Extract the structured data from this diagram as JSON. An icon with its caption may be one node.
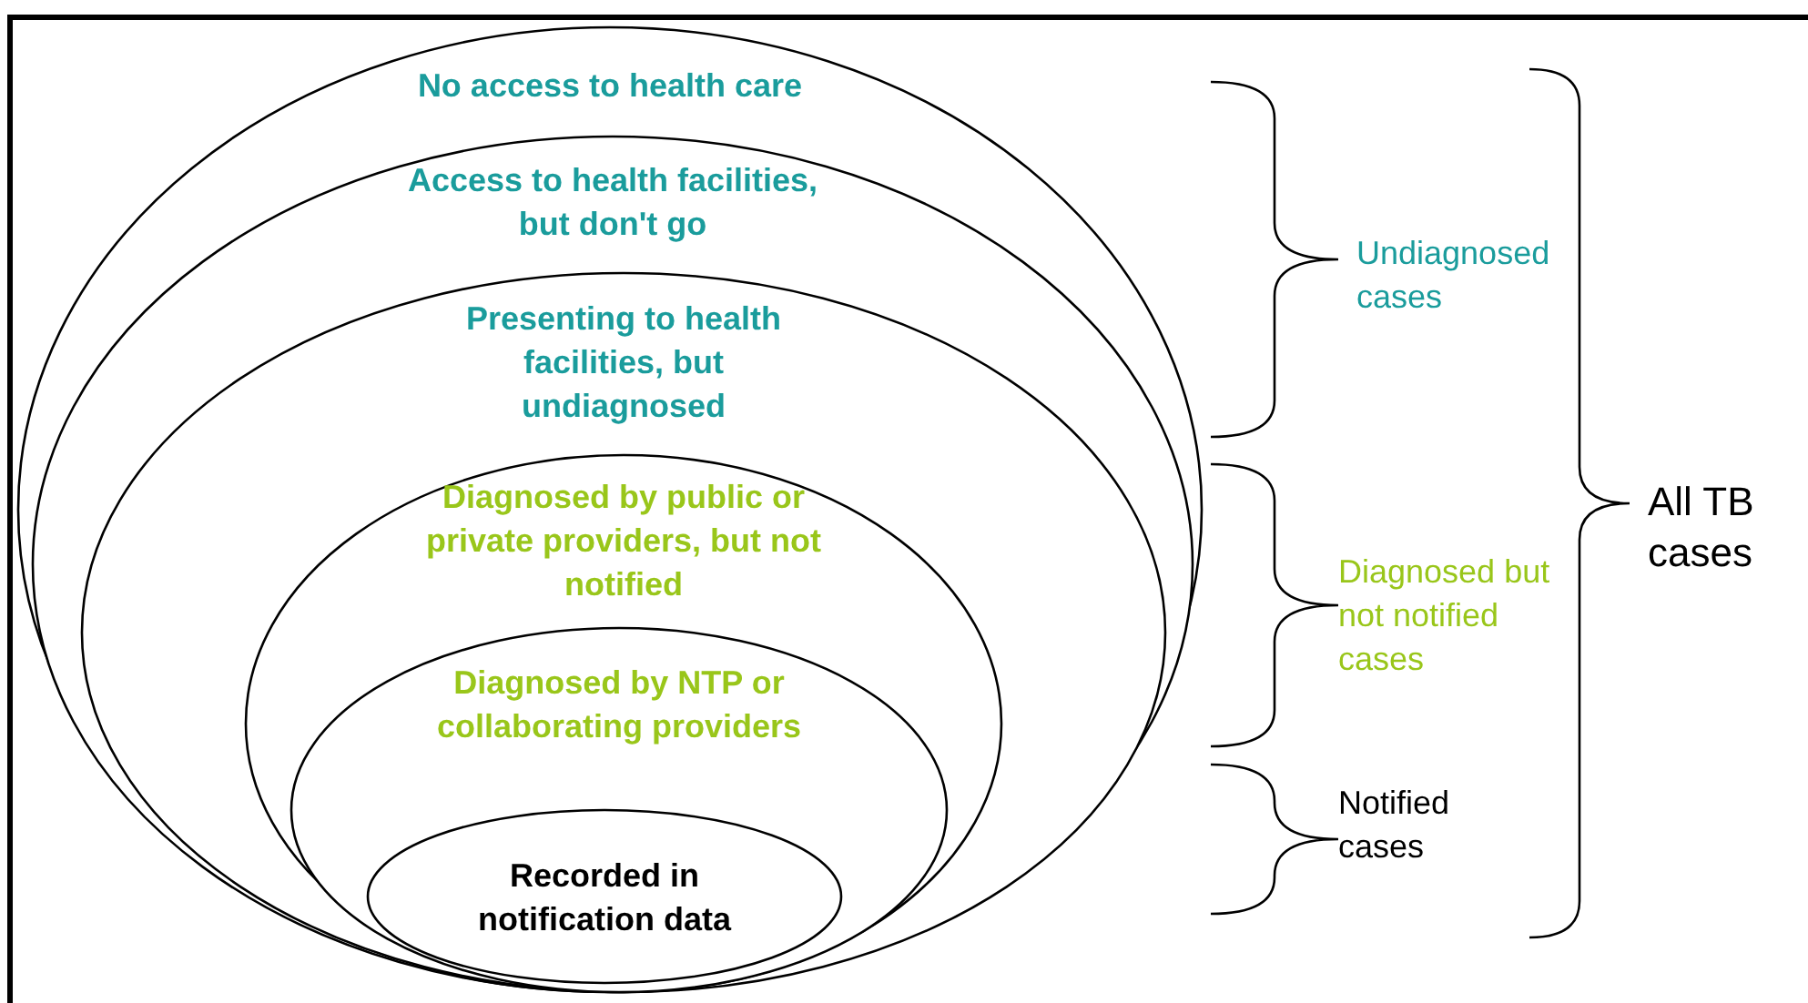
{
  "diagram": {
    "nodes": [
      {
        "text": [
          "No access to health care"
        ]
      },
      {
        "text": [
          "Access to health facilities, but don't go"
        ],
        "in": 0
      },
      {
        "text": [
          "Presenting to health facilities, but undiagnosed"
        ],
        "in": 1
      },
      {
        "text": [
          "Diagnosed by public or private providers, but not notified"
        ],
        "in": 2
      },
      {
        "text": [
          "Diagnosed by NTP or collaborating providers"
        ],
        "in": 3
      },
      {
        "text": [
          "Recorded in notification data"
        ],
        "in": 4
      }
    ],
    "edges": [],
    "labels": [
      "Undiagnosed cases",
      "Diagnosed but not notified cases",
      "Notified cases",
      "All TB cases"
    ]
  }
}
